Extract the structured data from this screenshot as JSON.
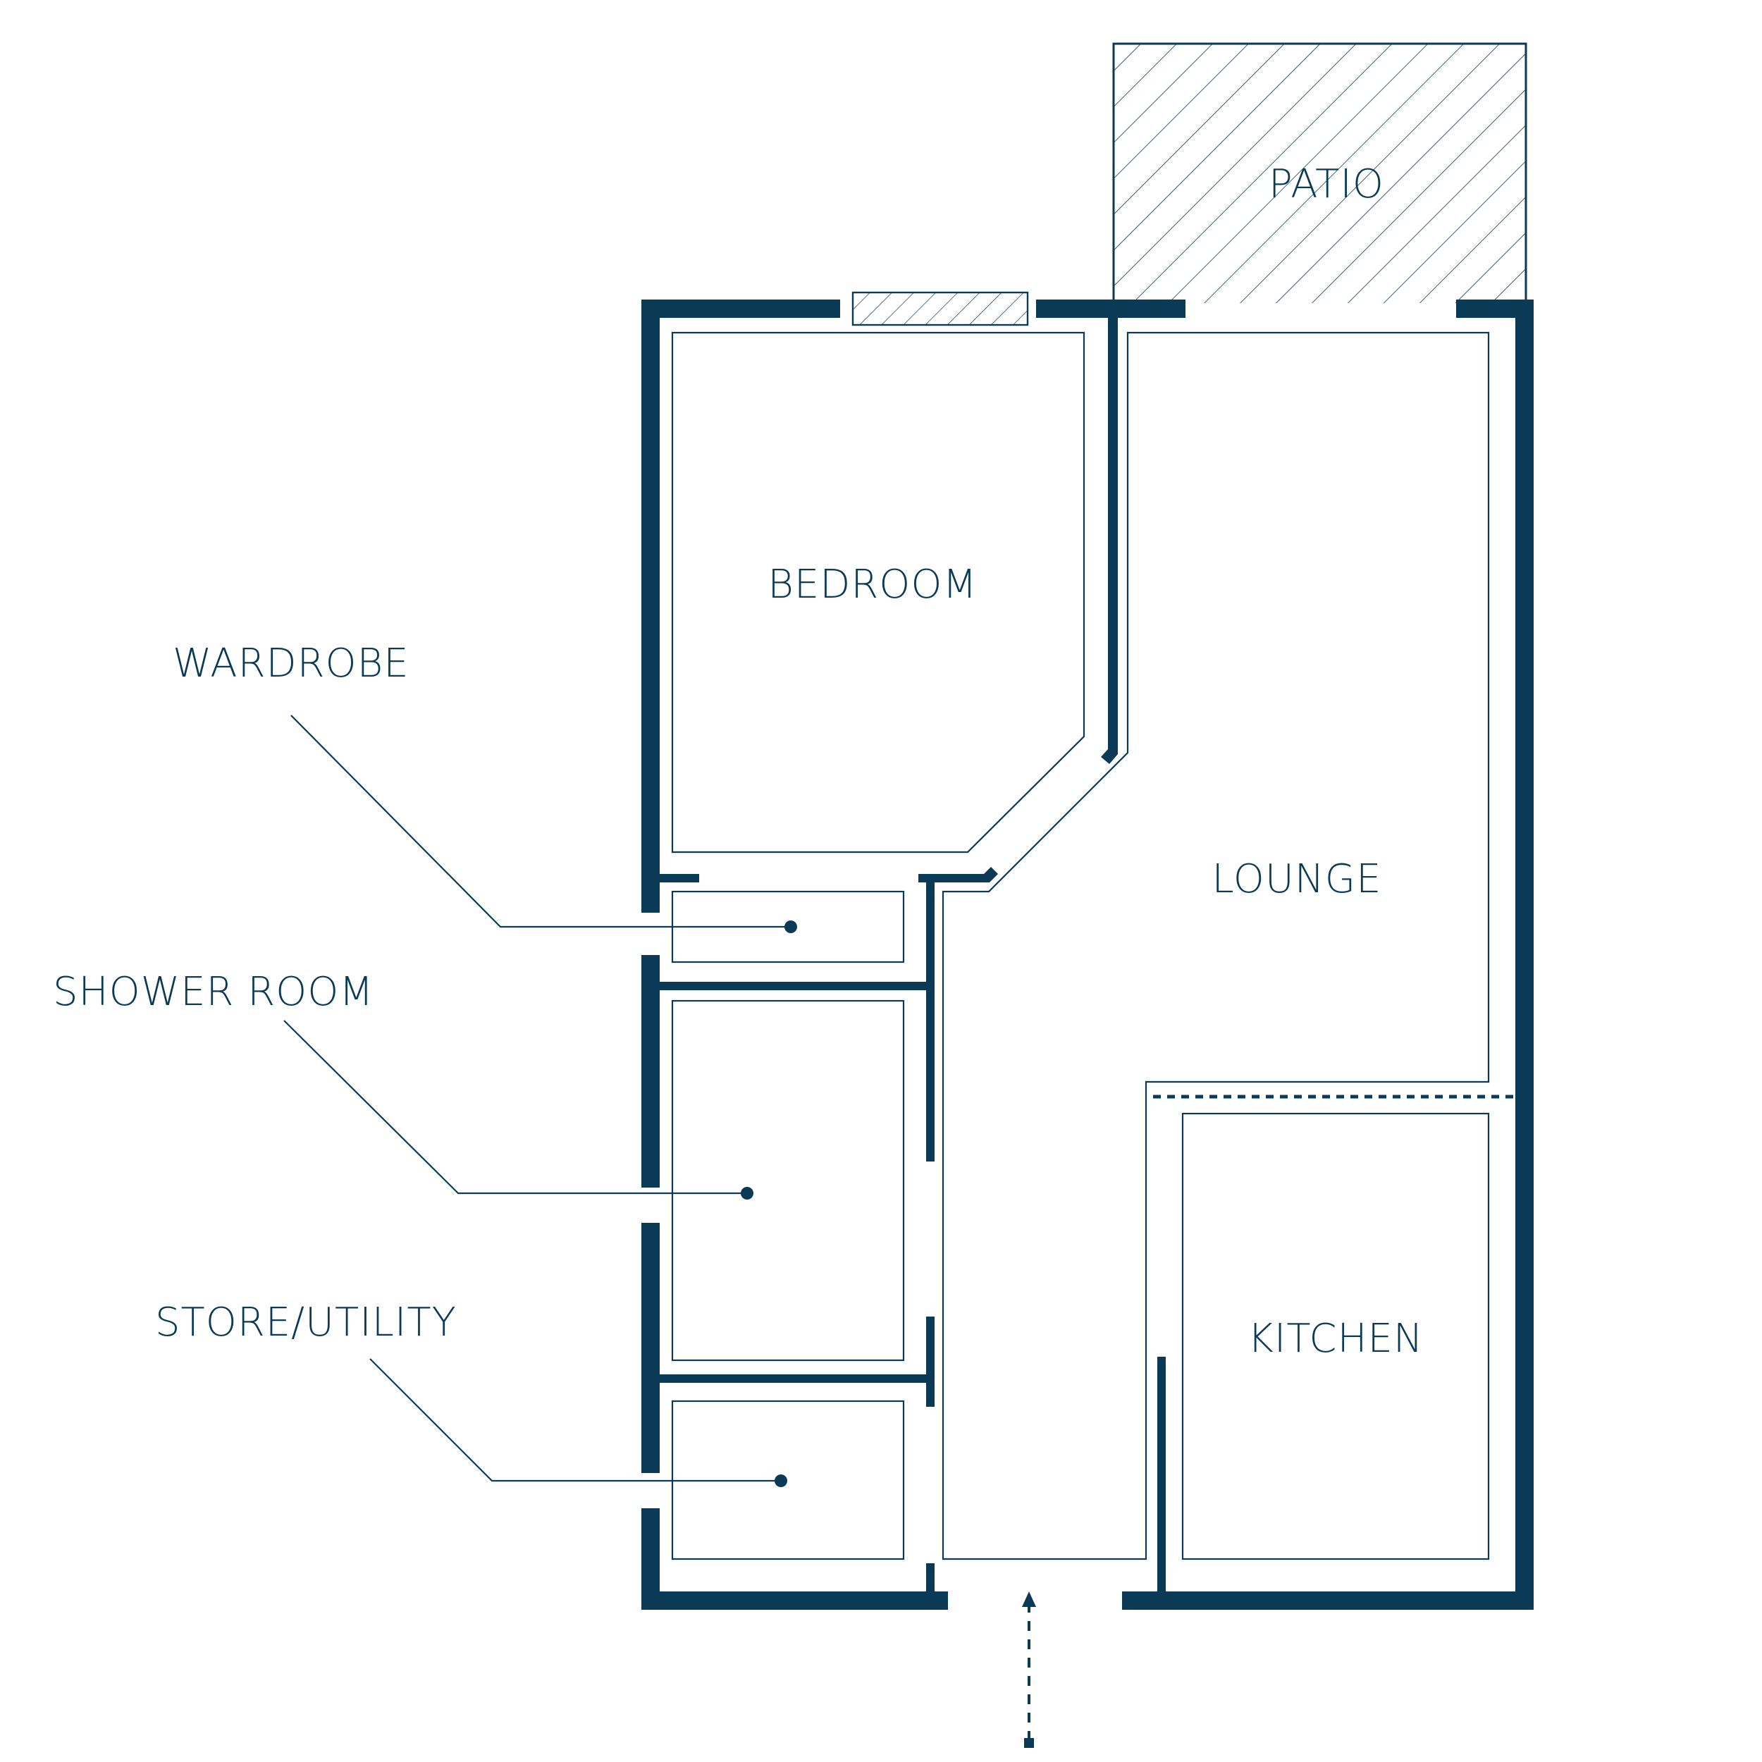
{
  "colors": {
    "ink": "#0b3a57",
    "background": "#ffffff"
  },
  "rooms": {
    "patio": "PATIO",
    "bedroom": "BEDROOM",
    "lounge": "LOUNGE",
    "kitchen": "KITCHEN"
  },
  "callouts": {
    "wardrobe": "WARDROBE",
    "shower_room": "SHOWER ROOM",
    "store_utility": "STORE/UTILITY"
  },
  "icons": {
    "entrance": "entrance-arrow-icon"
  }
}
